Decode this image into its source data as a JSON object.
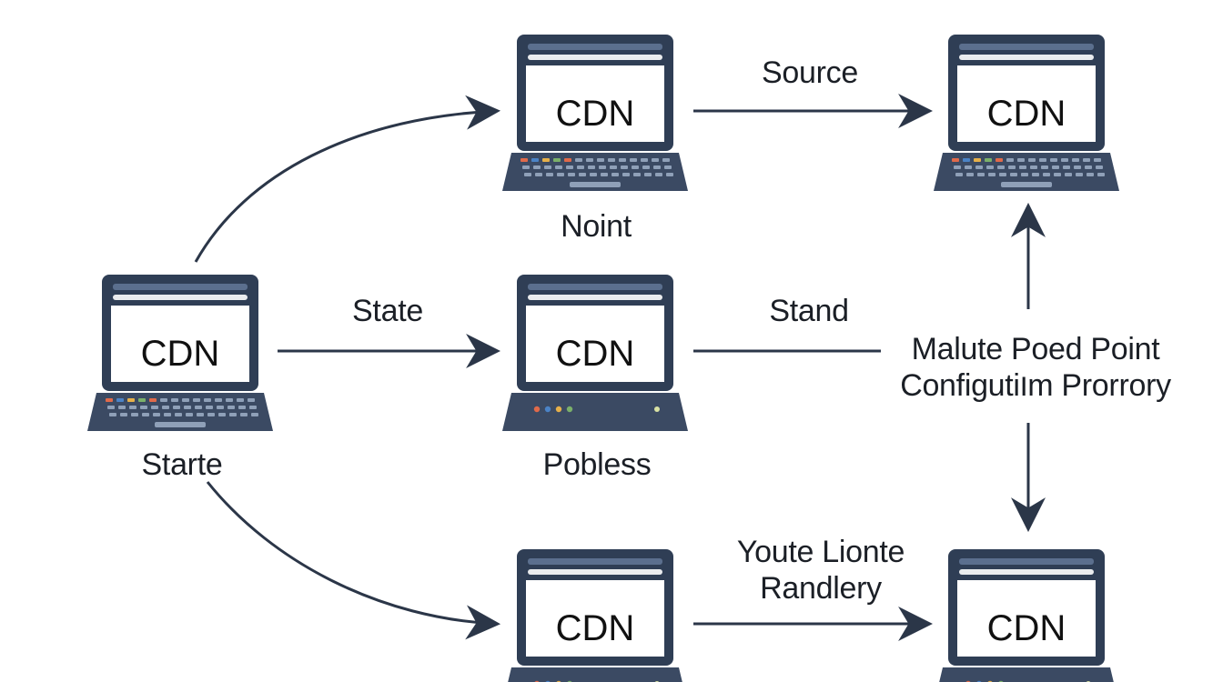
{
  "nodes": [
    {
      "id": "left",
      "screen_text": "CDN",
      "caption": "Starte"
    },
    {
      "id": "top-mid",
      "screen_text": "CDN",
      "caption": "Noint"
    },
    {
      "id": "top-right",
      "screen_text": "CDN",
      "caption": ""
    },
    {
      "id": "mid",
      "screen_text": "CDN",
      "caption": "Pobless"
    },
    {
      "id": "bottom-mid",
      "screen_text": "CDN",
      "caption": ""
    },
    {
      "id": "bottom-right",
      "screen_text": "CDN",
      "caption": ""
    }
  ],
  "edges": {
    "source": "Source",
    "state": "State",
    "stand": "Stand",
    "youte_line1": "Youte Lionte",
    "youte_line2": "Randlery"
  },
  "center_label": {
    "line1": "Malute Poed Point",
    "line2": "Configutiוm Prorrory"
  },
  "colors": {
    "frame": "#2f3e55",
    "bezel_bar": "#5b6f8e",
    "keyboard": "#3b4a63",
    "arrow": "#2b3648",
    "key_dots": [
      "#e06a4a",
      "#4b83c6",
      "#e6b04a",
      "#7bb06a"
    ]
  }
}
